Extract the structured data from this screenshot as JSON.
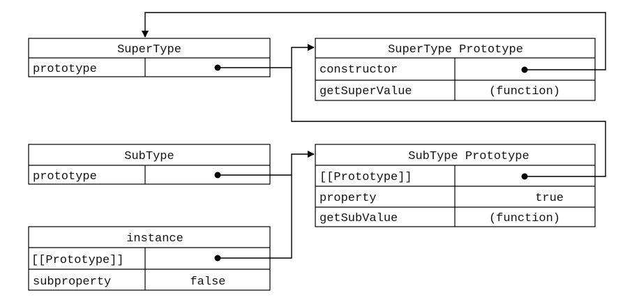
{
  "objects": {
    "supertype": {
      "title": "SuperType",
      "rows": [
        {
          "name": "prototype",
          "value": ""
        }
      ]
    },
    "supertype_prototype": {
      "title": "SuperType Prototype",
      "rows": [
        {
          "name": "constructor",
          "value": ""
        },
        {
          "name": "getSuperValue",
          "value": "(function)"
        }
      ]
    },
    "subtype": {
      "title": "SubType",
      "rows": [
        {
          "name": "prototype",
          "value": ""
        }
      ]
    },
    "subtype_prototype": {
      "title": "SubType Prototype",
      "rows": [
        {
          "name": "[[Prototype]]",
          "value": ""
        },
        {
          "name": "property",
          "value": "true"
        },
        {
          "name": "getSubValue",
          "value": "(function)"
        }
      ]
    },
    "instance": {
      "title": "instance",
      "rows": [
        {
          "name": "[[Prototype]]",
          "value": ""
        },
        {
          "name": "subproperty",
          "value": "false"
        }
      ]
    }
  }
}
